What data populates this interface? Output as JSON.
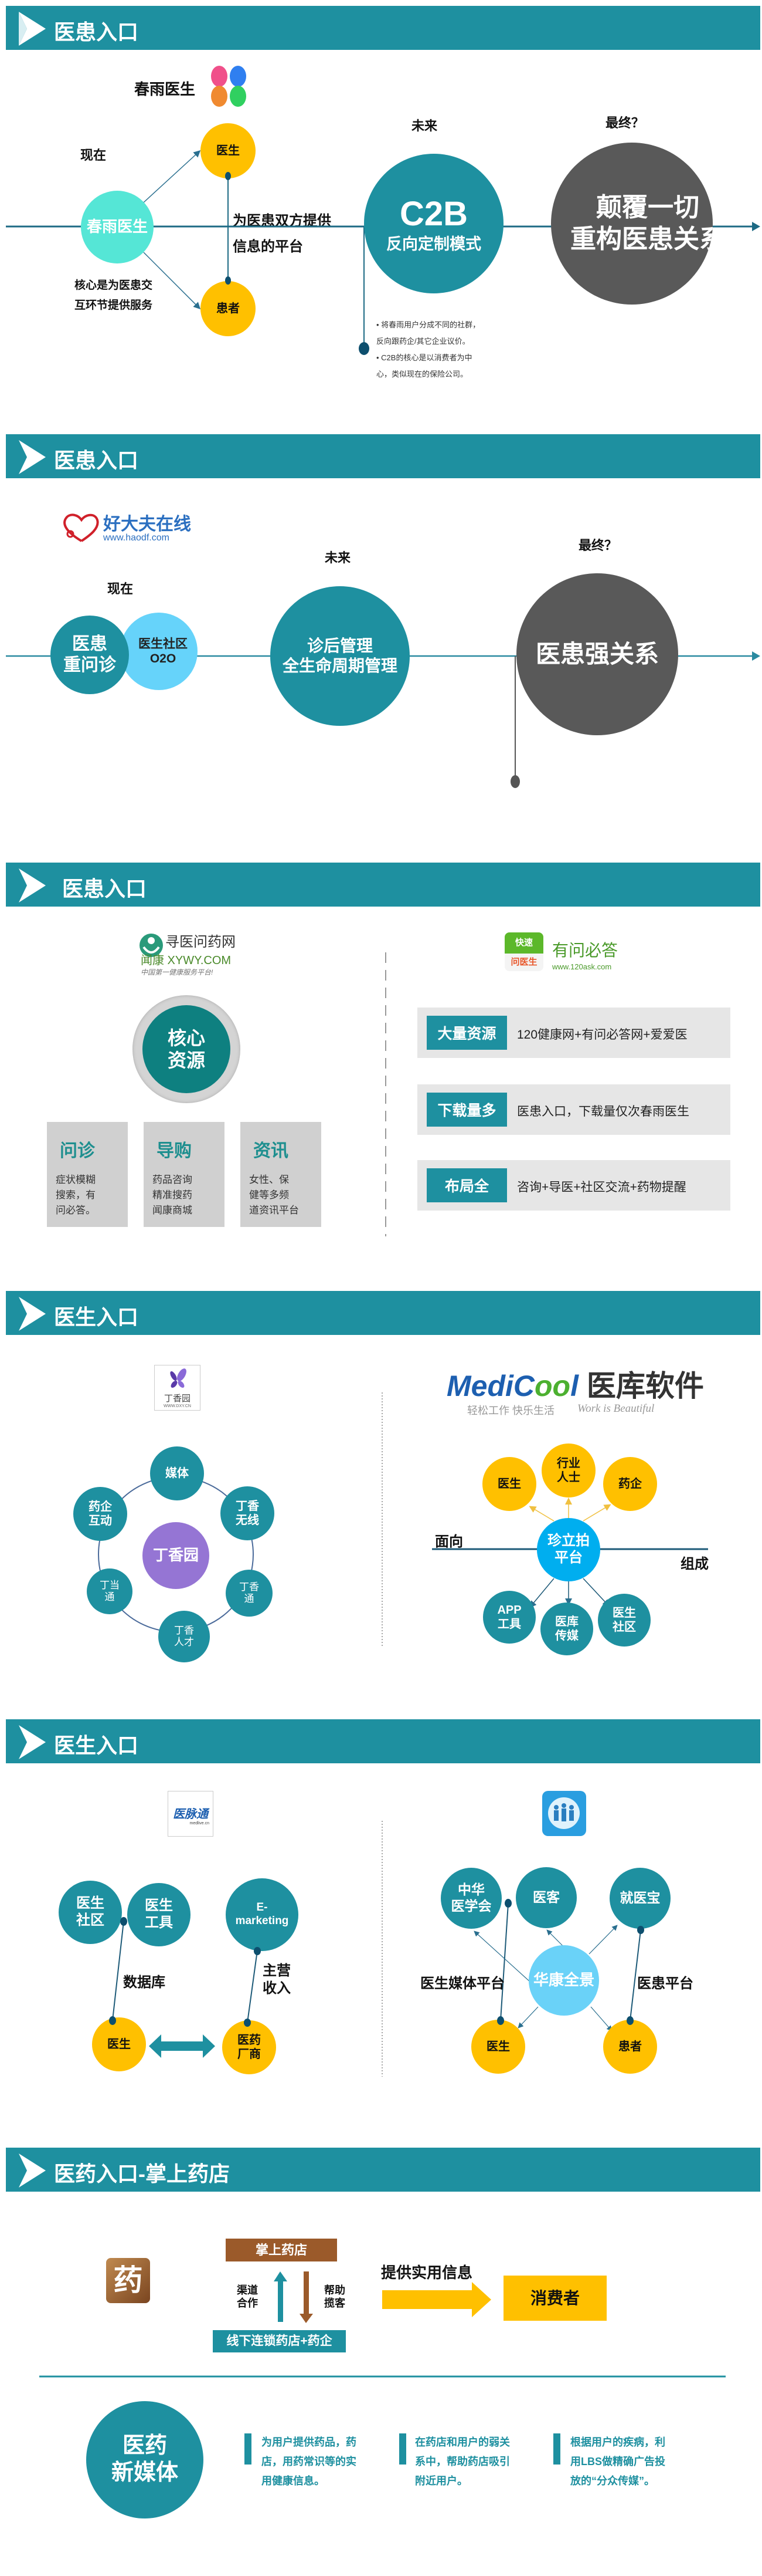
{
  "colors": {
    "teal": "#1e90a0",
    "yellow": "#ffc000",
    "gray": "#595959",
    "cyan": "#55e6d6",
    "light_blue": "#66d3fa",
    "purple": "#9575d4",
    "brown": "#9b5a2a",
    "blue": "#00aeef"
  },
  "s1": {
    "header": "医患入口",
    "brand": "春雨医生",
    "now": "现在",
    "future": "未来",
    "final": "最终？",
    "center": "春雨医生",
    "doctor": "医生",
    "patient": "患者",
    "platform": [
      "为医患双方提供",
      "信息的平台"
    ],
    "core": [
      "核心是为医患交",
      "互环节提供服务"
    ],
    "c2b_title": "C2B",
    "c2b_sub": "反向定制模式",
    "final_lines": [
      "颠覆一切",
      "重构医患关系"
    ],
    "bullets": [
      "• 将春雨用户分成不同的社群，",
      "反向跟药企/其它企业议价。",
      "• C2B的核心是以消费者为中",
      "心，类似现在的保险公司。"
    ]
  },
  "s2": {
    "header": "医患入口",
    "brand": "好大夫在线",
    "brand_url": "www.haodf.com",
    "now": "现在",
    "future": "未来",
    "final": "最终？",
    "circle1": [
      "医患",
      "重问诊"
    ],
    "circle2": [
      "医生社区",
      "O2O"
    ],
    "circle3": [
      "诊后管理",
      "全生命周期管理"
    ],
    "circle4": "医患强关系"
  },
  "s3": {
    "header": "医患入口",
    "left_logo": {
      "name": "寻医问药网",
      "sub": "闻康 XYWY.COM",
      "tagline": "中国第一健康服务平台!"
    },
    "core": [
      "核心",
      "资源"
    ],
    "boxes": [
      {
        "title": "问诊",
        "lines": [
          "症状模糊",
          "搜索，有",
          "问必答。"
        ]
      },
      {
        "title": "导购",
        "lines": [
          "药品咨询",
          "精准搜药",
          "闻康商城"
        ]
      },
      {
        "title": "资讯",
        "lines": [
          "女性、保",
          "健等多频",
          "道资讯平台"
        ]
      }
    ],
    "right_logo": {
      "badge_top": "快速",
      "badge_bottom": "问医生",
      "name": "有问必答",
      "url": "www.120ask.com"
    },
    "rows": [
      {
        "label": "大量资源",
        "value": "120健康网+有问必答网+爱爱医"
      },
      {
        "label": "下载量多",
        "value": "医患入口，下载量仅次春雨医生"
      },
      {
        "label": "布局全",
        "value": "咨询+导医+社区交流+药物提醒"
      }
    ]
  },
  "s4": {
    "header": "医生入口",
    "left_logo": {
      "name": "丁香园",
      "url": "WWW.DXY.CN"
    },
    "center": "丁香园",
    "ring": [
      [
        "媒体"
      ],
      [
        "丁香",
        "无线"
      ],
      [
        "丁香",
        "通"
      ],
      [
        "丁香",
        "人才"
      ],
      [
        "丁当",
        "通"
      ],
      [
        "药企",
        "互动"
      ]
    ],
    "right_logo": {
      "name_a": "MediC",
      "name_b": "oo",
      "name_c": "l",
      "cn": "医库软件",
      "tag_cn": "轻松工作  快乐生活",
      "tag_en": "Work is Beautiful"
    },
    "hub": [
      "珍立拍",
      "平台"
    ],
    "top": [
      [
        "医生"
      ],
      [
        "行业",
        "人士"
      ],
      [
        "药企"
      ]
    ],
    "bottom": [
      [
        "APP",
        "工具"
      ],
      [
        "医库",
        "传媒"
      ],
      [
        "医生",
        "社区"
      ]
    ],
    "facing": "面向",
    "compose": "组成"
  },
  "s5": {
    "header": "医生入口",
    "left_logo": {
      "name": "医脉通",
      "url": "medlive.cn"
    },
    "left_circles": [
      [
        "医生",
        "社区"
      ],
      [
        "医生",
        "工具"
      ],
      [
        "E-",
        "marketing"
      ]
    ],
    "doctor": "医生",
    "pharma": [
      "医药",
      "厂商"
    ],
    "database": "数据库",
    "income": [
      "主营",
      "收入"
    ],
    "right_center": "华康全景",
    "right_top": [
      [
        "中华",
        "医学会"
      ],
      [
        "医客"
      ],
      [
        "就医宝"
      ]
    ],
    "right_doctor": "医生",
    "right_patient": "患者",
    "doctor_media": "医生媒体平台",
    "dp_platform": "医患平台"
  },
  "s6": {
    "header": "医药入口-掌上药店",
    "app_icon": "药",
    "store": "掌上药店",
    "offline": "线下连锁药店+药企",
    "channel": [
      "渠道",
      "合作"
    ],
    "help": [
      "帮助",
      "揽客"
    ],
    "provide": "提供实用信息",
    "consumer": "消费者",
    "media": [
      "医药",
      "新媒体"
    ],
    "columns": [
      [
        "为用户提供药品，药",
        "店，用药常识等的实",
        "用健康信息。"
      ],
      [
        "在药店和用户的弱关",
        "系中，帮助药店吸引",
        "附近用户。"
      ],
      [
        "根据用户的疾病，利",
        "用LBS做精确广告投",
        "放的“分众传媒”。"
      ]
    ]
  }
}
